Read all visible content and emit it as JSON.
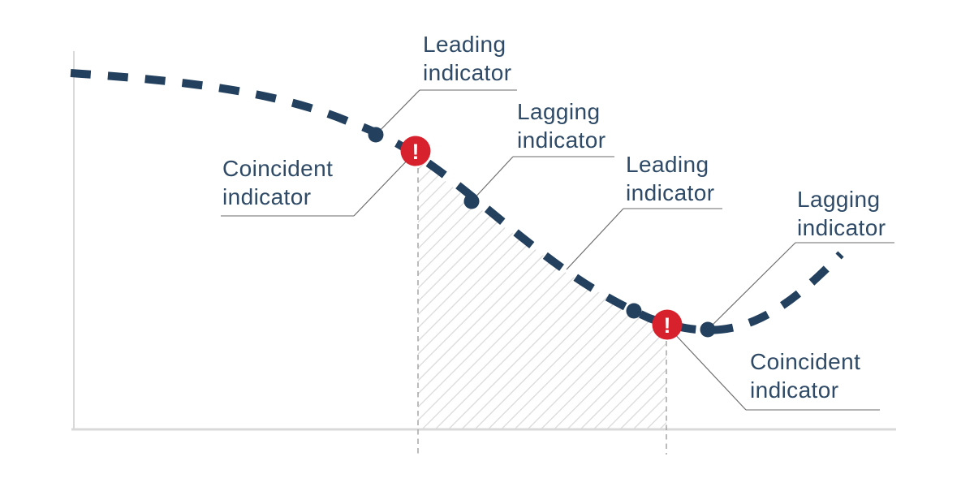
{
  "colors": {
    "background": "#ffffff",
    "curve": "#23405e",
    "text": "#2e4a66",
    "alert": "#d7222d",
    "axis": "#d9d9d9",
    "underline": "#a9a9a9",
    "leader": "#6e6e6e",
    "guide": "#a0a0a0",
    "hatch": "#d4d4d4"
  },
  "labels": {
    "leading_top": {
      "line1": "Leading",
      "line2": "indicator"
    },
    "lagging_top": {
      "line1": "Lagging",
      "line2": "indicator"
    },
    "coincident_left": {
      "line1": "Coincident",
      "line2": "indicator"
    },
    "leading_mid": {
      "line1": "Leading",
      "line2": "indicator"
    },
    "lagging_right": {
      "line1": "Lagging",
      "line2": "indicator"
    },
    "coincident_right": {
      "line1": "Coincident",
      "line2": "indicator"
    }
  },
  "markers": {
    "alert_glyph": "!",
    "alert_marker_count": 2,
    "dot_marker_count": 4
  },
  "chart_data": {
    "type": "line",
    "style": "dashed curve declining into a trough then recovering",
    "title": "",
    "xlabel": "",
    "ylabel": "",
    "tick_labels": false,
    "annotations_in_order": [
      "Leading indicator",
      "Coincident indicator",
      "Lagging indicator",
      "Leading indicator",
      "Coincident indicator",
      "Lagging indicator"
    ],
    "shaded_region": "diagonal-hatched area between the two coincident indicator alert markers, above the x-axis"
  }
}
